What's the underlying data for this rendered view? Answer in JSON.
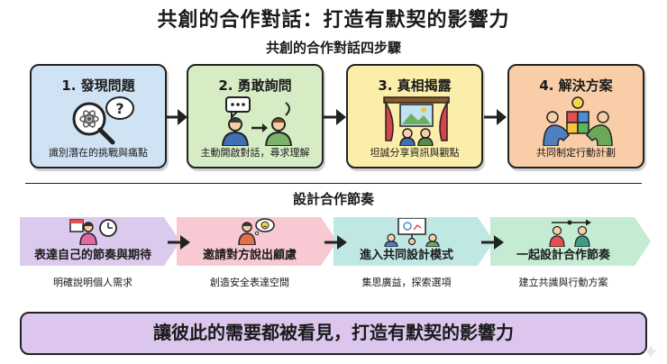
{
  "title": "共創的合作對話：打造有默契的影響力",
  "section1": {
    "heading": "共創的合作對話四步驟",
    "steps": [
      {
        "title": "1. 發現問題",
        "desc": "識別潛在的挑戰與痛點",
        "color": "#cfe3f5",
        "icon": "magnifier-question-icon"
      },
      {
        "title": "2. 勇敢詢問",
        "desc": "主動開啟對話，尋求理解",
        "color": "#d6ecc4",
        "icon": "speech-listen-icon"
      },
      {
        "title": "3. 真相揭露",
        "desc": "坦誠分享資訊與觀點",
        "color": "#fbeeaa",
        "icon": "curtain-reveal-icon"
      },
      {
        "title": "4. 解決方案",
        "desc": "共同制定行動計劃",
        "color": "#f9cda7",
        "icon": "puzzle-handshake-icon"
      }
    ]
  },
  "section2": {
    "heading": "設計合作節奏",
    "steps": [
      {
        "title": "表達自己的節奏與期待",
        "desc": "明確說明個人需求",
        "color": "#dcc9ee",
        "icon": "person-calendar-clock-icon"
      },
      {
        "title": "邀請對方說出顧慮",
        "desc": "創造安全表達空間",
        "color": "#f8c9d2",
        "icon": "person-worried-thought-icon"
      },
      {
        "title": "進入共同設計模式",
        "desc": "集思廣益，探索選項",
        "color": "#bfe8e4",
        "icon": "team-whiteboard-icon"
      },
      {
        "title": "一起設計合作節奏",
        "desc": "建立共識與行動方案",
        "color": "#c4ecd2",
        "icon": "duo-timeline-icon"
      }
    ]
  },
  "banner": "讓彼此的需要都被看見，打造有默契的影響力"
}
